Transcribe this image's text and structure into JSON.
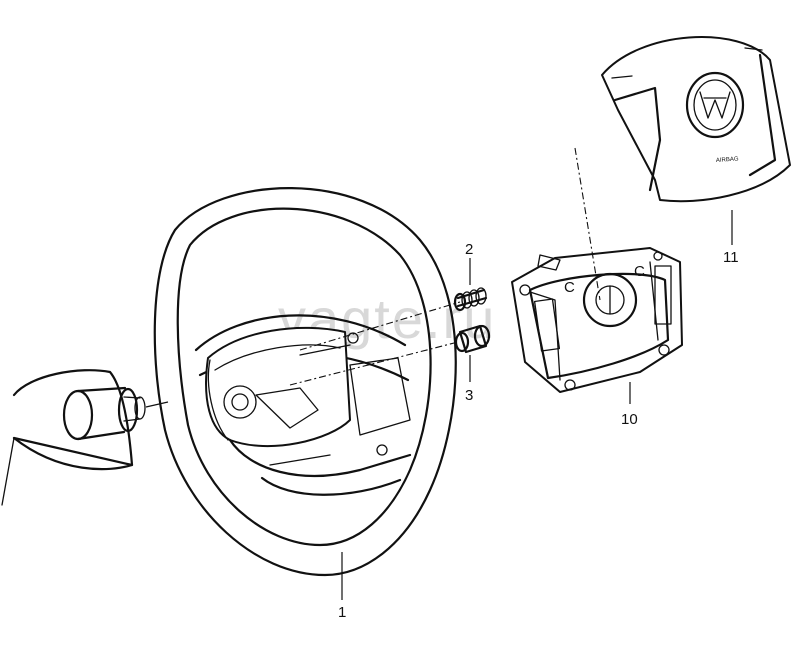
{
  "watermark": "vagte.ru",
  "airbag_label": "AIRBAG",
  "parts": [
    {
      "number": "1",
      "name": "steering wheel"
    },
    {
      "number": "2",
      "name": "spring"
    },
    {
      "number": "3",
      "name": "bushing"
    },
    {
      "number": "10",
      "name": "control switch unit"
    },
    {
      "number": "11",
      "name": "airbag unit"
    }
  ]
}
